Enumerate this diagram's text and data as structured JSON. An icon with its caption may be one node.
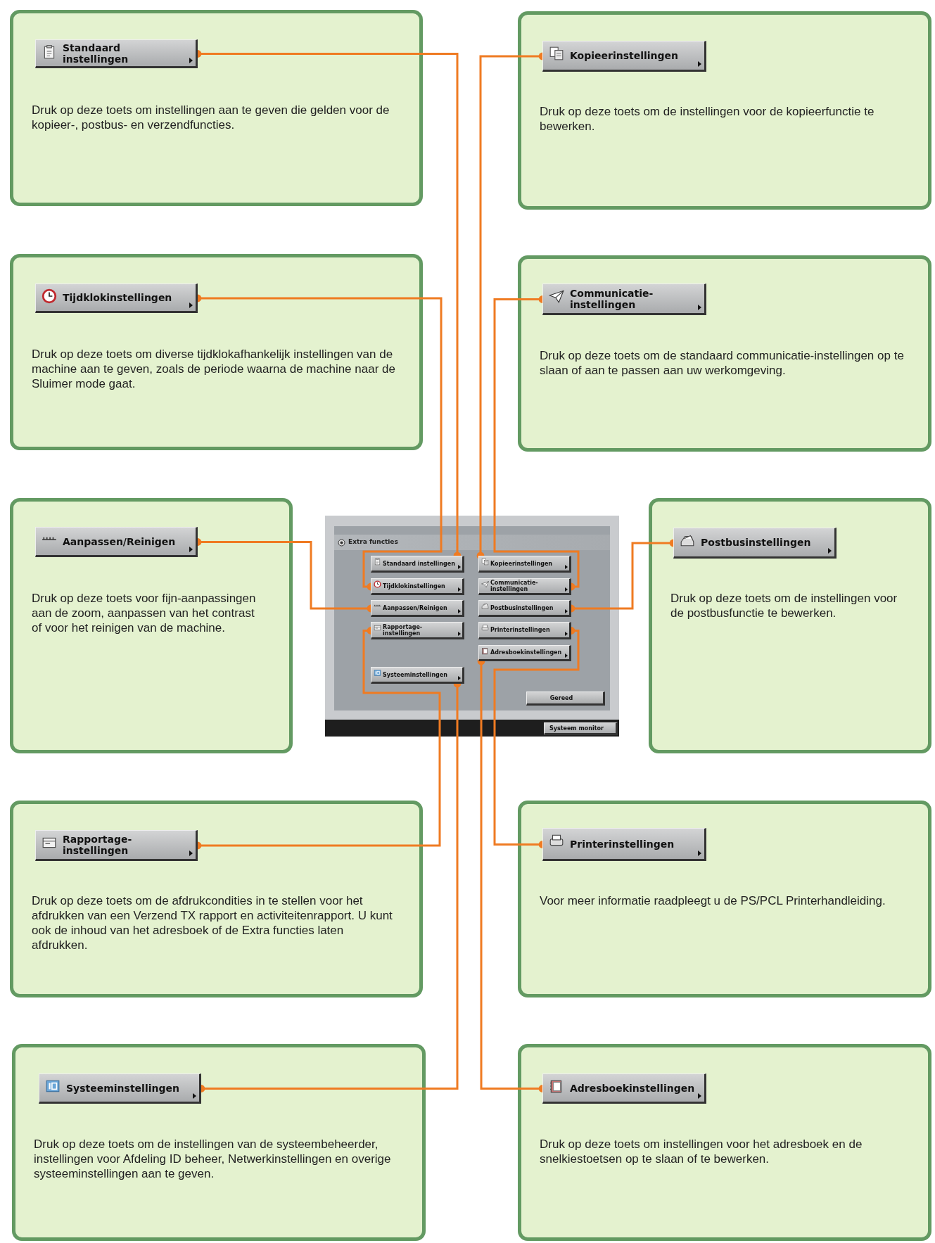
{
  "diagram": {
    "nodes": [
      {
        "text": [
          "Druk op deze toets om instellingen aan te geven die gelden voor de kopieer-, postbus- en verzendfuncties."
        ]
      },
      {
        "text": [
          "Standaard instellingen"
        ],
        "in": 0
      },
      {
        "text": [
          "Druk op deze toets om de instellingen voor de kopieerfunctie te bewerken."
        ]
      },
      {
        "text": [
          "Kopieerinstellingen"
        ],
        "in": 2
      },
      {
        "text": [
          "Druk op deze toets om diverse tijdklokafhankelijk instellingen van de machine aan te geven, zoals de periode waarna de machine naar de Sluimer mode gaat."
        ]
      },
      {
        "text": [
          "Tijdklokinstellingen"
        ],
        "in": 4
      },
      {
        "text": [
          "Druk op deze toets om de standaard communicatie-instellingen op te slaan of aan te passen aan uw werkomgeving."
        ]
      },
      {
        "text": [
          "Communicatie-instellingen"
        ],
        "in": 6
      },
      {
        "text": [
          "Druk op deze toets voor fijn-aanpassingen aan de zoom, aanpassen van het contrast of voor het reinigen van de machine."
        ]
      },
      {
        "text": [
          "Aanpassen/Reinigen"
        ],
        "in": 8
      },
      {
        "text": [
          "Extra functies"
        ]
      },
      {
        "text": [
          "Standaard instellingen"
        ],
        "in": 10
      },
      {
        "text": [
          "Kopieerinstellingen"
        ],
        "in": 10
      },
      {
        "text": [
          "Tijdklokinstellingen"
        ],
        "in": 10
      },
      {
        "text": [
          "Communicatie-instellingen"
        ],
        "in": 10
      },
      {
        "text": [
          "Aanpassen/Reinigen"
        ],
        "in": 10
      },
      {
        "text": [
          "Postbusinstellingen"
        ],
        "in": 10
      },
      {
        "text": [
          "Rapportage-instellingen"
        ],
        "in": 10
      },
      {
        "text": [
          "Printerinstellingen"
        ],
        "in": 10
      },
      {
        "text": [
          "Adresboekinstellingen"
        ],
        "in": 10
      },
      {
        "text": [
          "Systeeminstellingen"
        ],
        "in": 10
      },
      {
        "text": [
          "Gereed"
        ],
        "in": 10
      },
      {
        "text": [
          "Systeem monitor"
        ],
        "in": 10
      },
      {
        "text": [
          "Druk op deze toets om de instellingen voor de postbusfunctie te bewerken."
        ]
      },
      {
        "text": [
          "Postbusinstellingen"
        ],
        "in": 23
      },
      {
        "text": [
          "Druk op deze toets om de afdrukcondities in te stellen voor het afdrukken van een Verzend TX rapport en activiteitenrapport. U kunt ook de inhoud van het adresboek of de Extra functies laten afdrukken."
        ]
      },
      {
        "text": [
          "Rapportage-instellingen"
        ],
        "in": 25
      },
      {
        "text": [
          "Voor meer informatie raadpleegt u de PS/PCL Printerhandleiding."
        ]
      },
      {
        "text": [
          "Printerinstellingen"
        ],
        "in": 27
      },
      {
        "text": [
          "Druk op deze toets om de instellingen van de systeembeheerder, instellingen voor Afdeling ID beheer, Netwerkinstellingen en overige systeeminstellingen aan te geven."
        ]
      },
      {
        "text": [
          "Systeeminstellingen"
        ],
        "in": 29
      },
      {
        "text": [
          "Druk op deze toets om instellingen voor het adresboek en de snelkiestoetsen op te slaan of te bewerken."
        ]
      },
      {
        "text": [
          "Adresboekinstellingen"
        ],
        "in": 31
      }
    ],
    "edges": [
      {
        "from": 1,
        "to": 11,
        "arrow": "other"
      },
      {
        "from": 3,
        "to": 12,
        "arrow": "other"
      },
      {
        "from": 5,
        "to": 13,
        "arrow": "other"
      },
      {
        "from": 7,
        "to": 14,
        "arrow": "other"
      },
      {
        "from": 9,
        "to": 15,
        "arrow": "other"
      },
      {
        "from": 24,
        "to": 16,
        "arrow": "other"
      },
      {
        "from": 26,
        "to": 17,
        "arrow": "other"
      },
      {
        "from": 28,
        "to": 18,
        "arrow": "other"
      },
      {
        "from": 30,
        "to": 20,
        "arrow": "other"
      },
      {
        "from": 32,
        "to": 19,
        "arrow": "other"
      }
    ]
  }
}
